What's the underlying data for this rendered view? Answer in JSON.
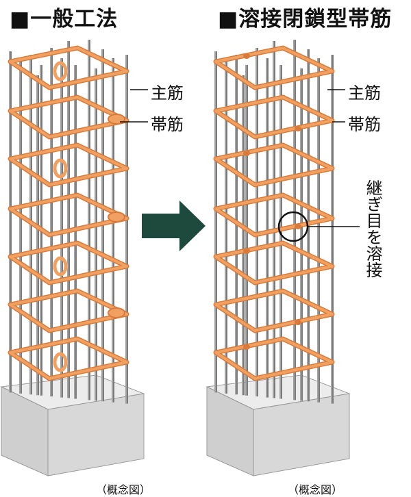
{
  "titles": {
    "left": "■一般工法",
    "right": "■溶接閉鎖型帯筋"
  },
  "labels": {
    "main_rebar": "主筋",
    "hoop": "帯筋",
    "weld_joint": "継ぎ目を溶接"
  },
  "captions": {
    "left": "（概念図）",
    "right": "（概念図）"
  },
  "colors": {
    "hoop": "#f0a060",
    "hoop_dark": "#d97a3a",
    "rod": "#7a7a7a",
    "concrete": "#d8d8d8",
    "arrow": "#1d4a3c"
  }
}
